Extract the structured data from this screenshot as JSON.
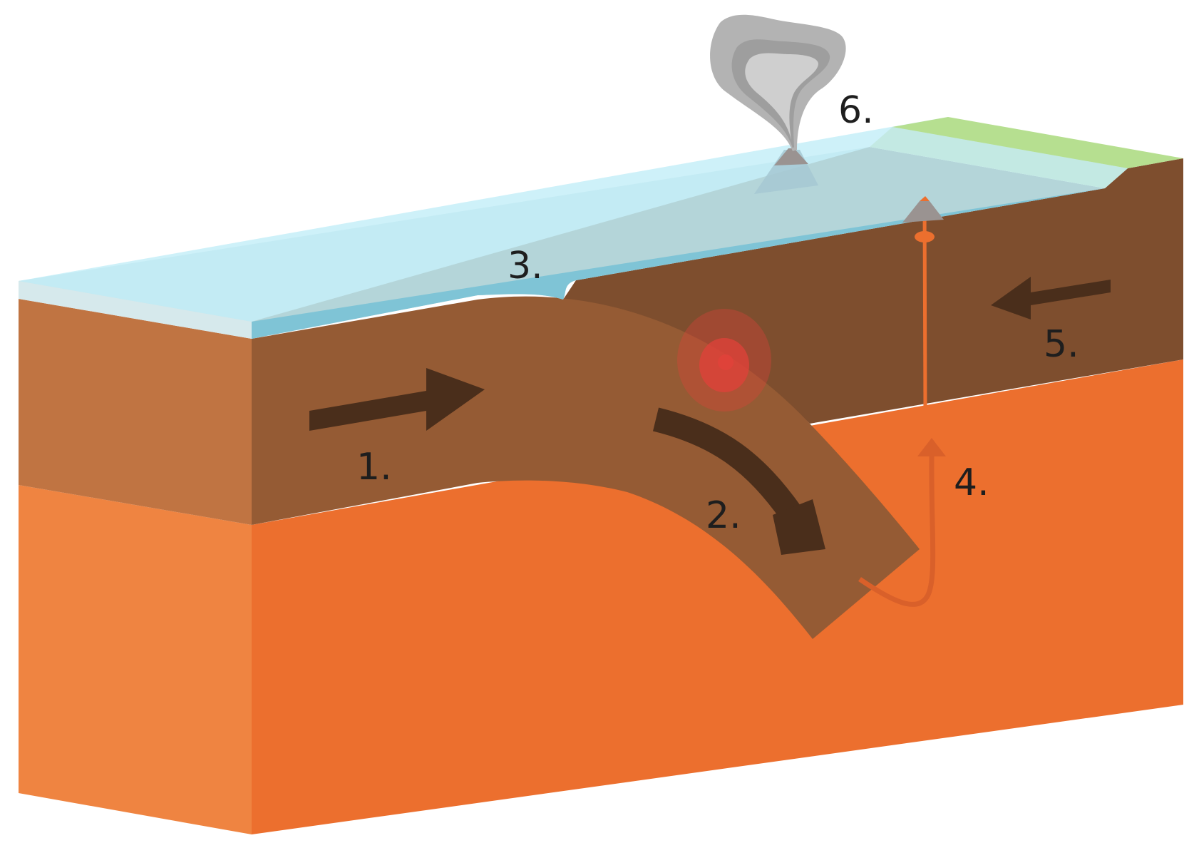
{
  "diagram": {
    "labels": {
      "oceanic_plate_motion": "1.",
      "subduction": "2.",
      "trench": "3.",
      "magma_rise": "4.",
      "continental_plate_motion": "5.",
      "volcano": "6."
    },
    "colors": {
      "mantle_front": "#ef8441",
      "mantle_top_side": "#ec6f2e",
      "oceanic_crust_front": "#c07442",
      "oceanic_plate_body": "#955b34",
      "continental_plate": "#7e4e2e",
      "ocean_surface": "#c6eef8",
      "ocean_body": "#b4d5d9",
      "ocean_deep": "#7fc4d6",
      "land": "#b6df90",
      "arrow": "#4a2e1b",
      "magma": "#ec6f2e",
      "earthquake_focus": "#e0413a",
      "ash_cloud": "#b3b3b3",
      "volcano_cone": "#9a9391"
    },
    "icons": [
      "volcano-icon",
      "ash-cloud-icon",
      "earthquake-focus-icon",
      "direction-arrow-icon"
    ]
  }
}
